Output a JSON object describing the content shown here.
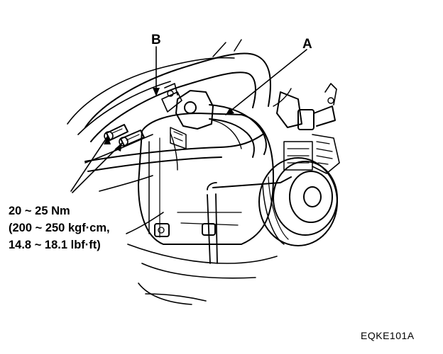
{
  "labels": {
    "a": "A",
    "b": "B"
  },
  "torque": {
    "line1": "20 ~ 25 Nm",
    "line2": "(200 ~ 250 kgf·cm,",
    "line3": "14.8 ~ 18.1 lbf·ft)"
  },
  "figure_code": "EQKE101A",
  "colors": {
    "ink": "#000000",
    "paper": "#ffffff"
  }
}
